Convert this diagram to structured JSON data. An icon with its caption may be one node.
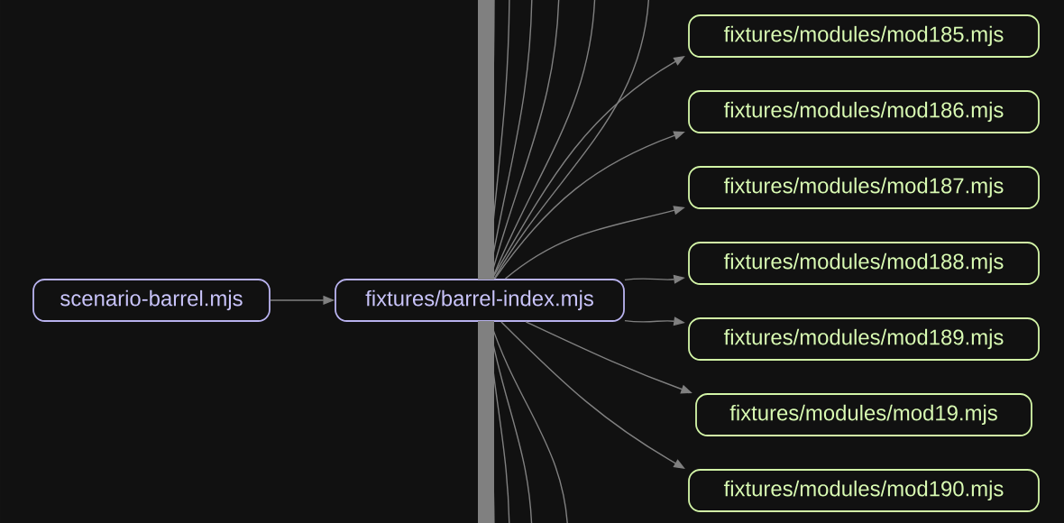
{
  "diagram": {
    "nodes": [
      {
        "text": [
          "scenario-barrel.mjs"
        ]
      },
      {
        "text": [
          "fixtures/barrel-index.mjs"
        ]
      },
      {
        "text": [
          "fixtures/modules/mod185.mjs"
        ]
      },
      {
        "text": [
          "fixtures/modules/mod186.mjs"
        ]
      },
      {
        "text": [
          "fixtures/modules/mod187.mjs"
        ]
      },
      {
        "text": [
          "fixtures/modules/mod188.mjs"
        ]
      },
      {
        "text": [
          "fixtures/modules/mod189.mjs"
        ]
      },
      {
        "text": [
          "fixtures/modules/mod19.mjs"
        ]
      },
      {
        "text": [
          "fixtures/modules/mod190.mjs"
        ]
      }
    ],
    "edges": [
      {
        "from": 0,
        "to": 1,
        "arrow": "to"
      },
      {
        "from": 1,
        "to": 2,
        "arrow": "to"
      },
      {
        "from": 1,
        "to": 3,
        "arrow": "to"
      },
      {
        "from": 1,
        "to": 4,
        "arrow": "to"
      },
      {
        "from": 1,
        "to": 5,
        "arrow": "to"
      },
      {
        "from": 1,
        "to": 6,
        "arrow": "to"
      },
      {
        "from": 1,
        "to": 7,
        "arrow": "to"
      },
      {
        "from": 1,
        "to": 8,
        "arrow": "to"
      },
      {
        "from": 1,
        "to": null,
        "arrow": "none"
      },
      {
        "from": 1,
        "to": null,
        "arrow": "none"
      },
      {
        "from": 1,
        "to": null,
        "arrow": "none"
      },
      {
        "from": 1,
        "to": null,
        "arrow": "none"
      },
      {
        "from": 1,
        "to": null,
        "arrow": "none"
      },
      {
        "from": 1,
        "to": null,
        "arrow": "none"
      },
      {
        "from": 1,
        "to": null,
        "arrow": "none"
      },
      {
        "from": 1,
        "to": null,
        "arrow": "none"
      },
      {
        "from": 1,
        "to": null,
        "arrow": "none"
      },
      {
        "from": 1,
        "to": null,
        "arrow": "none"
      }
    ]
  }
}
